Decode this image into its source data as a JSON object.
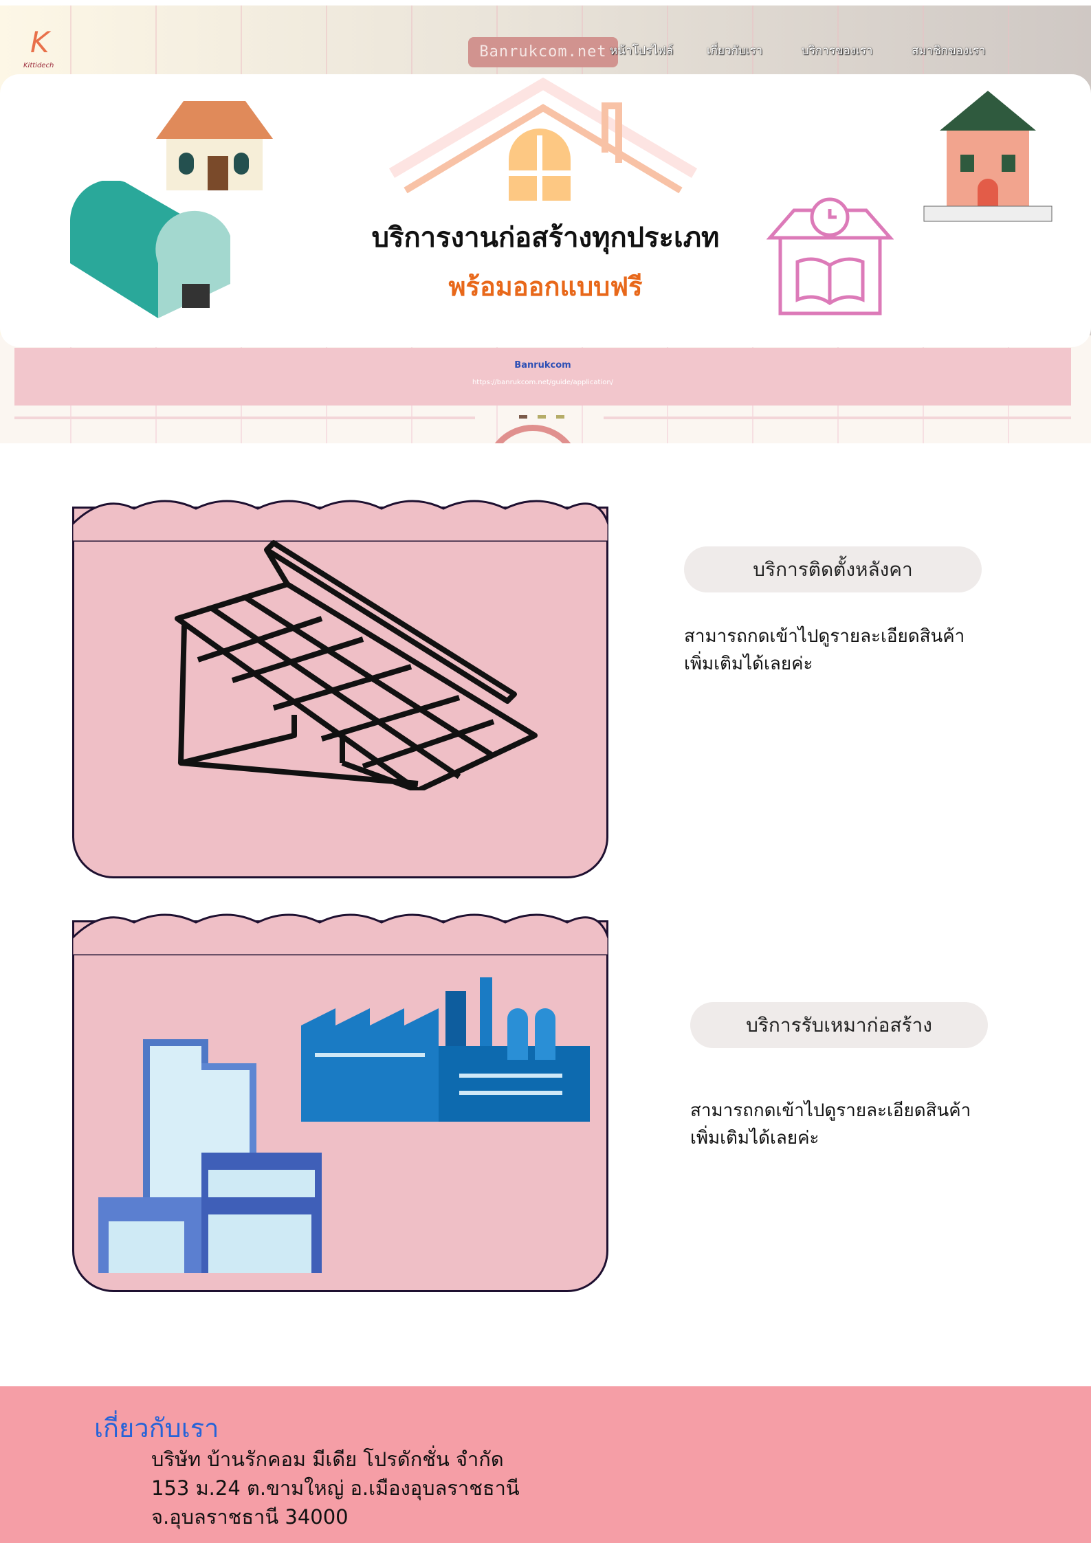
{
  "header": {
    "brand_button": "Banrukcom.net",
    "nav": [
      "หน้าโปรไฟล์",
      "เกี่ยวกับเรา",
      "บริการของเรา",
      "สมาชิกของเรา"
    ]
  },
  "banner": {
    "title": "บริการงานก่อสร้างทุกประเภท",
    "subtitle": "พร้อมออกแบบฟรี",
    "title_color": "#111111",
    "subtitle_color": "#e8681a"
  },
  "strip": {
    "name": "Banrukcom",
    "url": "https://banrukcom.net/guide/application/"
  },
  "services": [
    {
      "label": "บริการติดตั้งหลังคา",
      "desc_line1": "สามารถกดเข้าไปดูรายละเอียดสินค้า",
      "desc_line2": "เพิ่มเติมได้เลยค่ะ"
    },
    {
      "label": "บริการรับเหมาก่อสร้าง",
      "desc_line1": "สามารถกดเข้าไปดูรายละเอียดสินค้า",
      "desc_line2": "เพิ่มเติมได้เลยค่ะ"
    }
  ],
  "footer": {
    "title": "เกี่ยวกับเรา",
    "lines": [
      "บริษัท บ้านรักคอม มีเดีย โปรดักชั่น จำกัด",
      "153 ม.24 ต.ขามใหญ่ อ.เมืองอุบลราชธานี",
      "จ.อุบลราชธานี 34000"
    ]
  }
}
